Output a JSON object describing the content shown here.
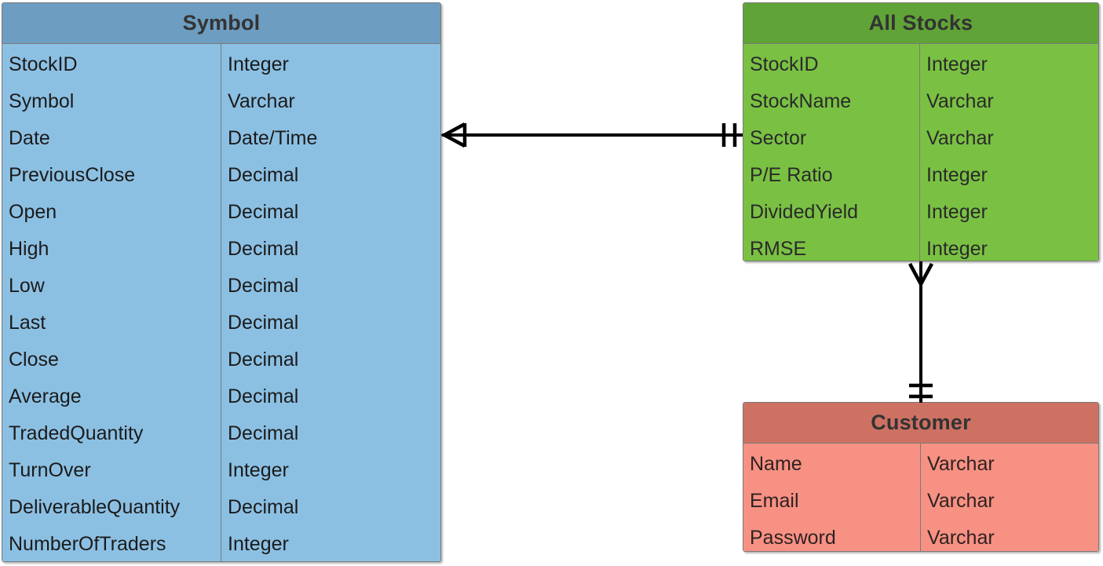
{
  "diagram": {
    "type": "entity-relationship-diagram",
    "notation": "crow's foot",
    "background": "#ffffff",
    "entities": [
      {
        "id": "symbol",
        "name": "Symbol",
        "header_color": "#6d9dc0",
        "body_color": "#8cc0e3",
        "attributes": [
          {
            "name": "StockID",
            "type": "Integer"
          },
          {
            "name": "Symbol",
            "type": "Varchar"
          },
          {
            "name": "Date",
            "type": "Date/Time"
          },
          {
            "name": "PreviousClose",
            "type": "Decimal"
          },
          {
            "name": "Open",
            "type": "Decimal"
          },
          {
            "name": "High",
            "type": "Decimal"
          },
          {
            "name": "Low",
            "type": "Decimal"
          },
          {
            "name": "Last",
            "type": "Decimal"
          },
          {
            "name": "Close",
            "type": "Decimal"
          },
          {
            "name": "Average",
            "type": "Decimal"
          },
          {
            "name": "TradedQuantity",
            "type": "Decimal"
          },
          {
            "name": "TurnOver",
            "type": "Integer"
          },
          {
            "name": "DeliverableQuantity",
            "type": "Decimal"
          },
          {
            "name": "NumberOfTraders",
            "type": "Integer"
          }
        ]
      },
      {
        "id": "allstocks",
        "name": "All Stocks",
        "header_color": "#60a337",
        "body_color": "#7ac143",
        "attributes": [
          {
            "name": "StockID",
            "type": "Integer"
          },
          {
            "name": "StockName",
            "type": "Varchar"
          },
          {
            "name": "Sector",
            "type": "Varchar"
          },
          {
            "name": "P/E Ratio",
            "type": "Integer"
          },
          {
            "name": "DividedYield",
            "type": "Integer"
          },
          {
            "name": "RMSE",
            "type": "Integer"
          }
        ]
      },
      {
        "id": "customer",
        "name": "Customer",
        "header_color": "#cd7163",
        "body_color": "#f79183",
        "attributes": [
          {
            "name": "Name",
            "type": "Varchar"
          },
          {
            "name": "Email",
            "type": "Varchar"
          },
          {
            "name": "Password",
            "type": "Varchar"
          }
        ]
      }
    ],
    "relationships": [
      {
        "id": "symbol-allstocks",
        "from": "Symbol",
        "to": "All Stocks",
        "from_cardinality": "many (crow's foot, one)",
        "to_cardinality": "one and only one (double tick)",
        "orientation": "horizontal"
      },
      {
        "id": "allstocks-customer",
        "from": "All Stocks",
        "to": "Customer",
        "from_cardinality": "many (crow's foot)",
        "to_cardinality": "one and only one (double tick)",
        "orientation": "vertical"
      }
    ]
  }
}
